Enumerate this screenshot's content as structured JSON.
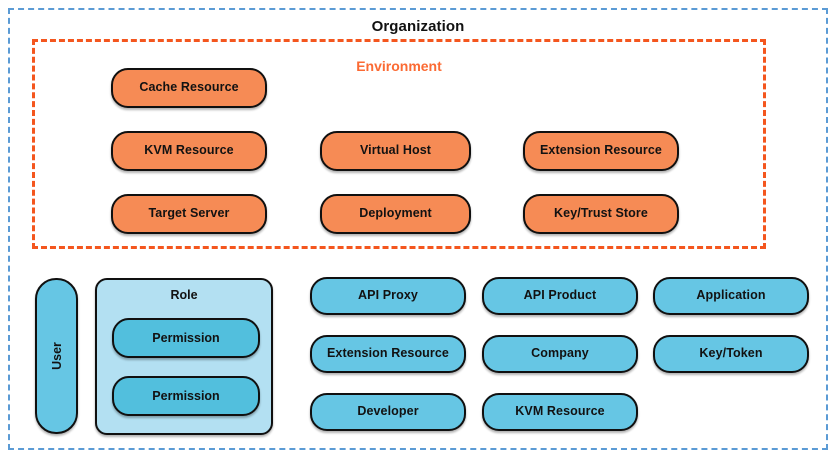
{
  "diagram": {
    "title": "Organization",
    "colors": {
      "org_border": "#5B9BD5",
      "env_border": "#F4561E",
      "env_label": "#FB6A33",
      "orange_fill": "#F68B55",
      "blue_fill": "#66C6E4",
      "blue_mid_fill": "#52BFDD",
      "role_fill": "#B3E0F2",
      "node_stroke": "#101010"
    },
    "environment": {
      "title": "Environment",
      "nodes": [
        {
          "label": "Cache Resource",
          "col": 1,
          "row": 1
        },
        {
          "label": "KVM Resource",
          "col": 1,
          "row": 2
        },
        {
          "label": "Target Server",
          "col": 1,
          "row": 3
        },
        {
          "label": "Virtual Host",
          "col": 2,
          "row": 2
        },
        {
          "label": "Deployment",
          "col": 2,
          "row": 3
        },
        {
          "label": "Extension Resource",
          "col": 3,
          "row": 2
        },
        {
          "label": "Key/Trust Store",
          "col": 3,
          "row": 3
        }
      ]
    },
    "org_level": {
      "user": {
        "label": "User"
      },
      "role": {
        "label": "Role",
        "permissions": [
          {
            "label": "Permission"
          },
          {
            "label": "Permission"
          }
        ]
      },
      "nodes": [
        {
          "label": "API Proxy",
          "col": 1,
          "row": 1
        },
        {
          "label": "API Product",
          "col": 2,
          "row": 1
        },
        {
          "label": "Application",
          "col": 3,
          "row": 1
        },
        {
          "label": "Extension Resource",
          "col": 1,
          "row": 2
        },
        {
          "label": "Company",
          "col": 2,
          "row": 2
        },
        {
          "label": "Key/Token",
          "col": 3,
          "row": 2
        },
        {
          "label": "Developer",
          "col": 1,
          "row": 3
        },
        {
          "label": "KVM Resource",
          "col": 2,
          "row": 3
        }
      ]
    }
  }
}
